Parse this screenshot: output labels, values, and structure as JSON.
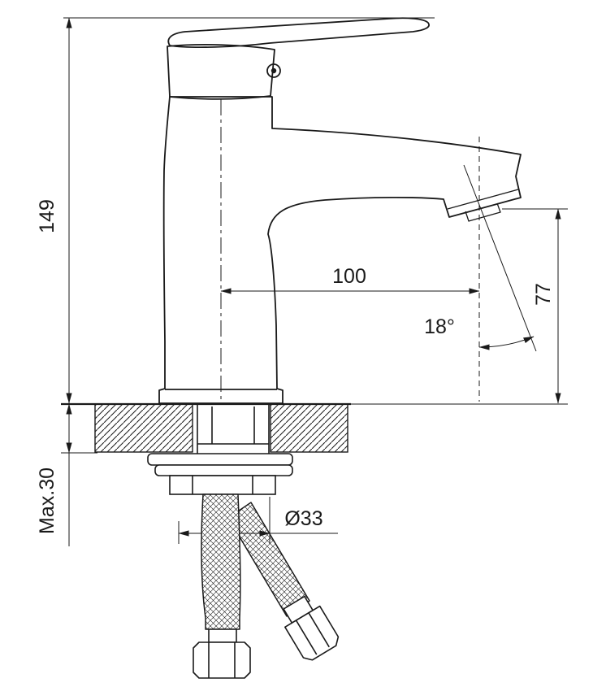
{
  "drawing": {
    "subject": "single-lever basin mixer faucet installation drawing",
    "line_color": "#1a1a1a",
    "background_color": "#ffffff"
  },
  "dimensions": {
    "total_height": "149",
    "spout_reach": "100",
    "outlet_height": "77",
    "spout_angle": "18°",
    "hole_diameter": "Ø33",
    "max_deck_thickness": "Max.30"
  }
}
